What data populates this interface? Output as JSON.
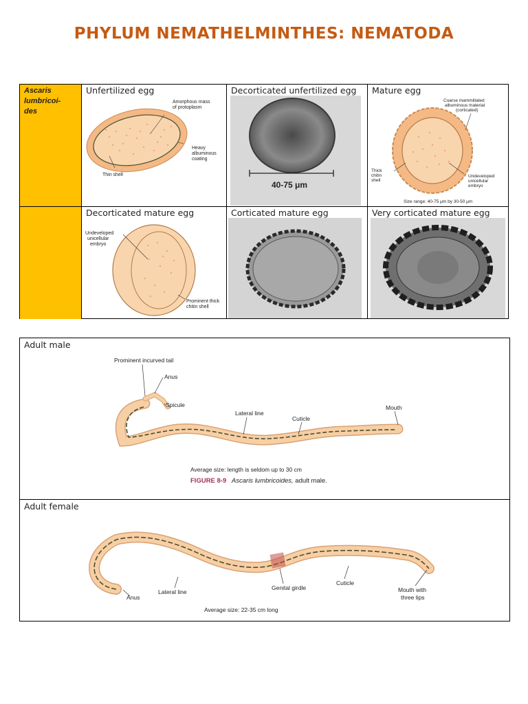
{
  "title": "PHYLUM NEMATHELMINTHES: NEMATODA",
  "egg_table": {
    "species_line1": "Ascaris",
    "species_line2": "lumbricoi-",
    "species_line3": "des",
    "cells": {
      "unfertilized": {
        "title": "Unfertilized egg",
        "labels": {
          "amorphous_1": "Amorphous mass",
          "amorphous_2": "of protoplasm",
          "heavy_1": "Heavy",
          "heavy_2": "albuminous",
          "heavy_3": "coating",
          "thin_shell": "Thin shell"
        }
      },
      "decorticated_unfertilized": {
        "title": "Decorticated unfertilized egg",
        "scale": "40-75 μm"
      },
      "mature": {
        "title": "Mature egg",
        "labels": {
          "coarse_1": "Coarse mammillated",
          "coarse_2": "albuminous material",
          "coarse_3": "(corticated)",
          "thick_1": "Thick",
          "thick_2": "chitin",
          "thick_3": "shell",
          "undev_1": "Undeveloped",
          "undev_2": "unicellular",
          "undev_3": "embryo",
          "size": "Size range: 40-75 μm by 30-50 μm"
        }
      },
      "decorticated_mature": {
        "title": "Decorticated mature egg",
        "labels": {
          "undev_1": "Undeveloped",
          "undev_2": "unicellular",
          "undev_3": "embryo",
          "prom_1": "Prominent thick",
          "prom_2": "chitin shell"
        }
      },
      "corticated_mature": {
        "title": "Corticated mature egg"
      },
      "very_corticated": {
        "title": "Very corticated mature egg"
      }
    }
  },
  "adult_male": {
    "title": "Adult male",
    "labels": {
      "tail": "Prominent incurved tail",
      "anus": "Anus",
      "spicule": "Spicule",
      "lateral_line": "Lateral line",
      "cuticle": "Cuticle",
      "mouth": "Mouth",
      "avg_size": "Average size: length is seldom up to 30 cm",
      "figure_no": "FIGURE 8-9",
      "figure_species": "Ascaris lumbricoides,",
      "figure_rest": " adult male."
    }
  },
  "adult_female": {
    "title": "Adult female",
    "labels": {
      "anus": "Anus",
      "lateral_line": "Lateral line",
      "genital_girdle": "Genital girdle",
      "cuticle": "Cuticle",
      "mouth_1": "Mouth with",
      "mouth_2": "three lips",
      "avg_size": "Average size: 22-35 cm long"
    }
  },
  "colors": {
    "title": "#c55a11",
    "species_cell": "#ffc000",
    "egg_fill": "#f9d5ad",
    "egg_outer": "#f4b984",
    "worm_fill": "#f7cfa5",
    "figure_label": "#a0335a"
  }
}
